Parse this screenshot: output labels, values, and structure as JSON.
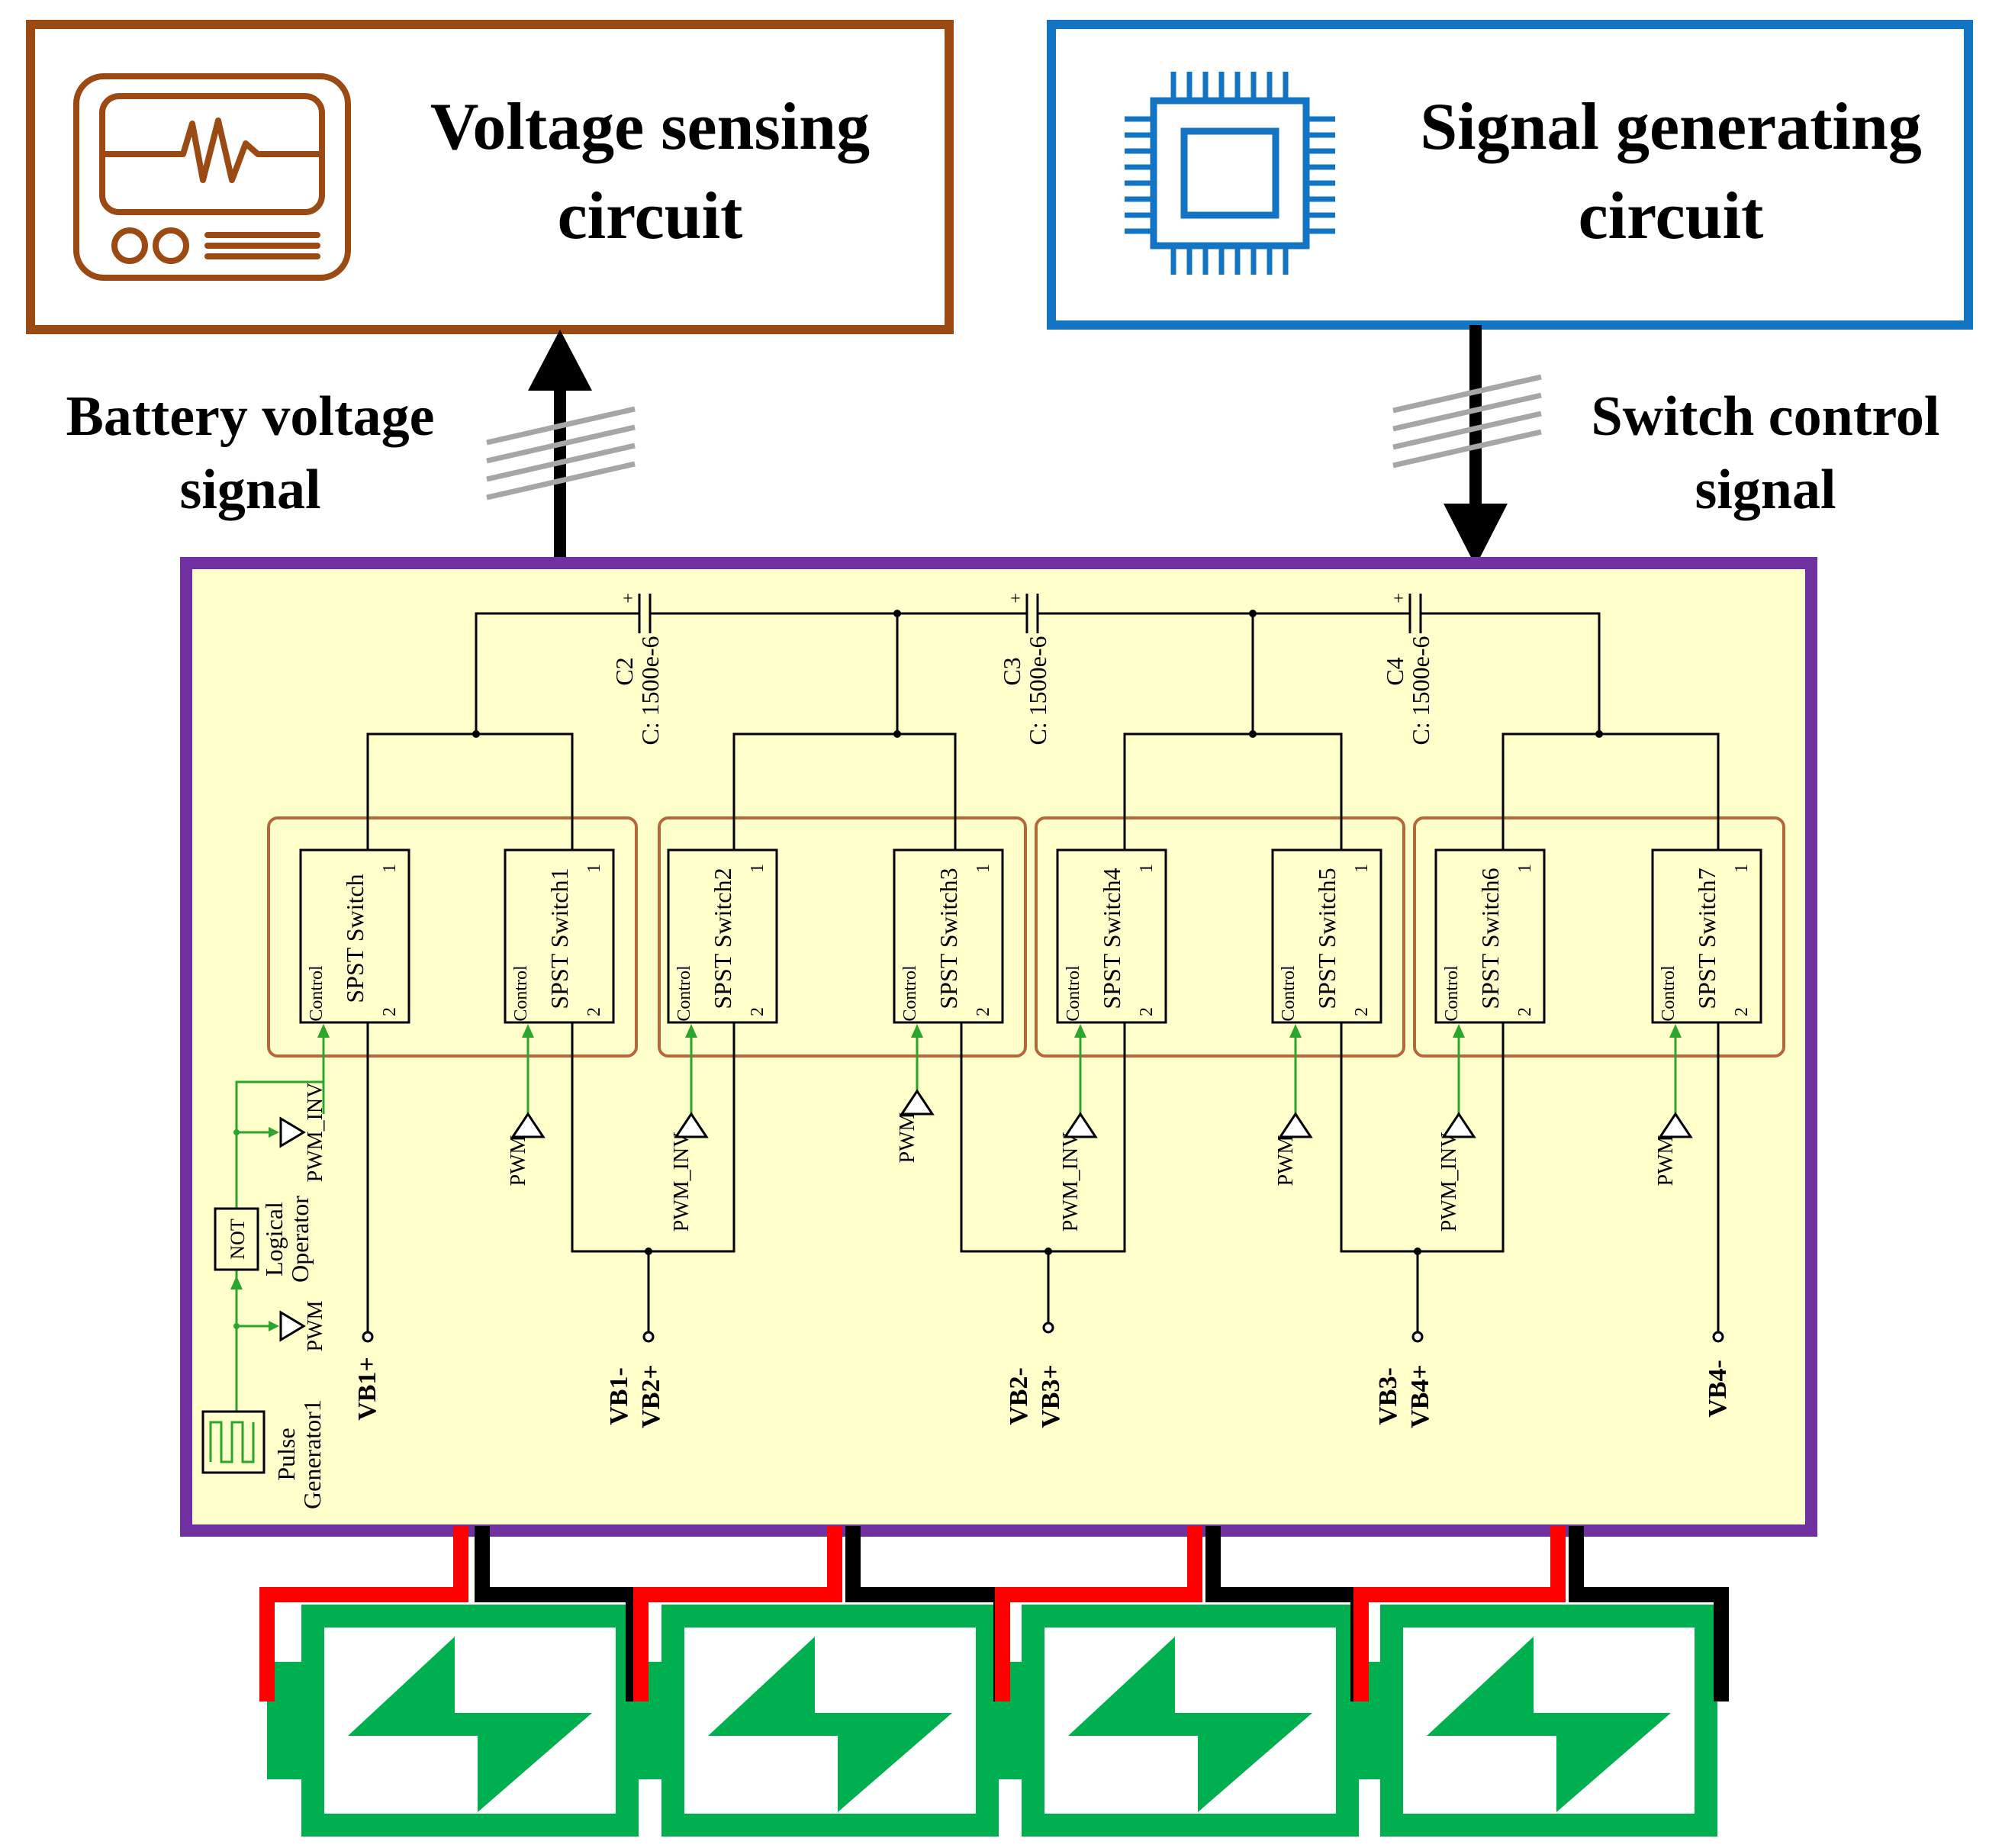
{
  "colors": {
    "sensing_box": "#9a4a12",
    "signal_box": "#1474c4",
    "circuit_border": "#7030a0",
    "circuit_fill": "#ffffcc",
    "switch_group": "#b5683a",
    "control_wire": "#2ca52c",
    "battery": "#00b050",
    "positive_wire": "#ff0000",
    "negative_wire": "#000000",
    "bus_hatch": "#a6a6a6"
  },
  "voltage_sensing": {
    "title_line1": "Voltage sensing",
    "title_line2": "circuit",
    "icon": "monitor-waveform-icon"
  },
  "signal_generating": {
    "title_line1": "Signal generating",
    "title_line2": "circuit",
    "icon": "microchip-icon"
  },
  "battery_voltage_signal": {
    "line1": "Battery voltage",
    "line2": "signal"
  },
  "switch_control_signal": {
    "line1": "Switch control",
    "line2": "signal"
  },
  "circuit": {
    "capacitors": [
      {
        "name": "C2",
        "value": "C: 1500e-6",
        "plus": "+"
      },
      {
        "name": "C3",
        "value": "C: 1500e-6",
        "plus": "+"
      },
      {
        "name": "C4",
        "value": "C: 1500e-6",
        "plus": "+"
      }
    ],
    "switches": [
      {
        "name": "SPST Switch",
        "pin1": "1",
        "pin2": "2",
        "control": "Control",
        "signal": "PWM_INV"
      },
      {
        "name": "SPST Switch1",
        "pin1": "1",
        "pin2": "2",
        "control": "Control",
        "signal": "PWM"
      },
      {
        "name": "SPST Switch2",
        "pin1": "1",
        "pin2": "2",
        "control": "Control",
        "signal": "PWM_INV"
      },
      {
        "name": "SPST Switch3",
        "pin1": "1",
        "pin2": "2",
        "control": "Control",
        "signal": "PWM"
      },
      {
        "name": "SPST Switch4",
        "pin1": "1",
        "pin2": "2",
        "control": "Control",
        "signal": "PWM_INV"
      },
      {
        "name": "SPST Switch5",
        "pin1": "1",
        "pin2": "2",
        "control": "Control",
        "signal": "PWM"
      },
      {
        "name": "SPST Switch6",
        "pin1": "1",
        "pin2": "2",
        "control": "Control",
        "signal": "PWM_INV"
      },
      {
        "name": "SPST Switch7",
        "pin1": "1",
        "pin2": "2",
        "control": "Control",
        "signal": "PWM"
      }
    ],
    "pwm_inv_tag": "PWM_INV",
    "pwm_tag": "PWM",
    "not_gate": {
      "symbol": "NOT",
      "label_line1": "Logical",
      "label_line2": "Operator"
    },
    "pulse_generator": {
      "label_line1": "Pulse",
      "label_line2": "Generator1"
    },
    "terminals": [
      {
        "line1": "VB1+",
        "line2": ""
      },
      {
        "line1": "VB1-",
        "line2": "VB2+"
      },
      {
        "line1": "VB2-",
        "line2": "VB3+"
      },
      {
        "line1": "VB3-",
        "line2": "VB4+"
      },
      {
        "line1": "VB4-",
        "line2": ""
      }
    ]
  },
  "batteries": [
    {
      "icon": "battery-charging-icon"
    },
    {
      "icon": "battery-charging-icon"
    },
    {
      "icon": "battery-charging-icon"
    },
    {
      "icon": "battery-charging-icon"
    }
  ]
}
